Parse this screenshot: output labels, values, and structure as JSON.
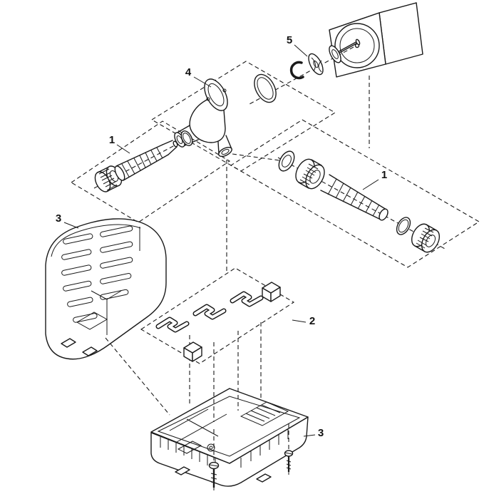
{
  "diagram": {
    "colors": {
      "background": "#ffffff",
      "line": "#1a1a1a"
    },
    "callouts": [
      {
        "id": "callout-1-left",
        "label": "1"
      },
      {
        "id": "callout-1-right",
        "label": "1"
      },
      {
        "id": "callout-2",
        "label": "2"
      },
      {
        "id": "callout-3-top",
        "label": "3"
      },
      {
        "id": "callout-3-bottom",
        "label": "3"
      },
      {
        "id": "callout-4",
        "label": "4"
      },
      {
        "id": "callout-5",
        "label": "5"
      }
    ]
  }
}
